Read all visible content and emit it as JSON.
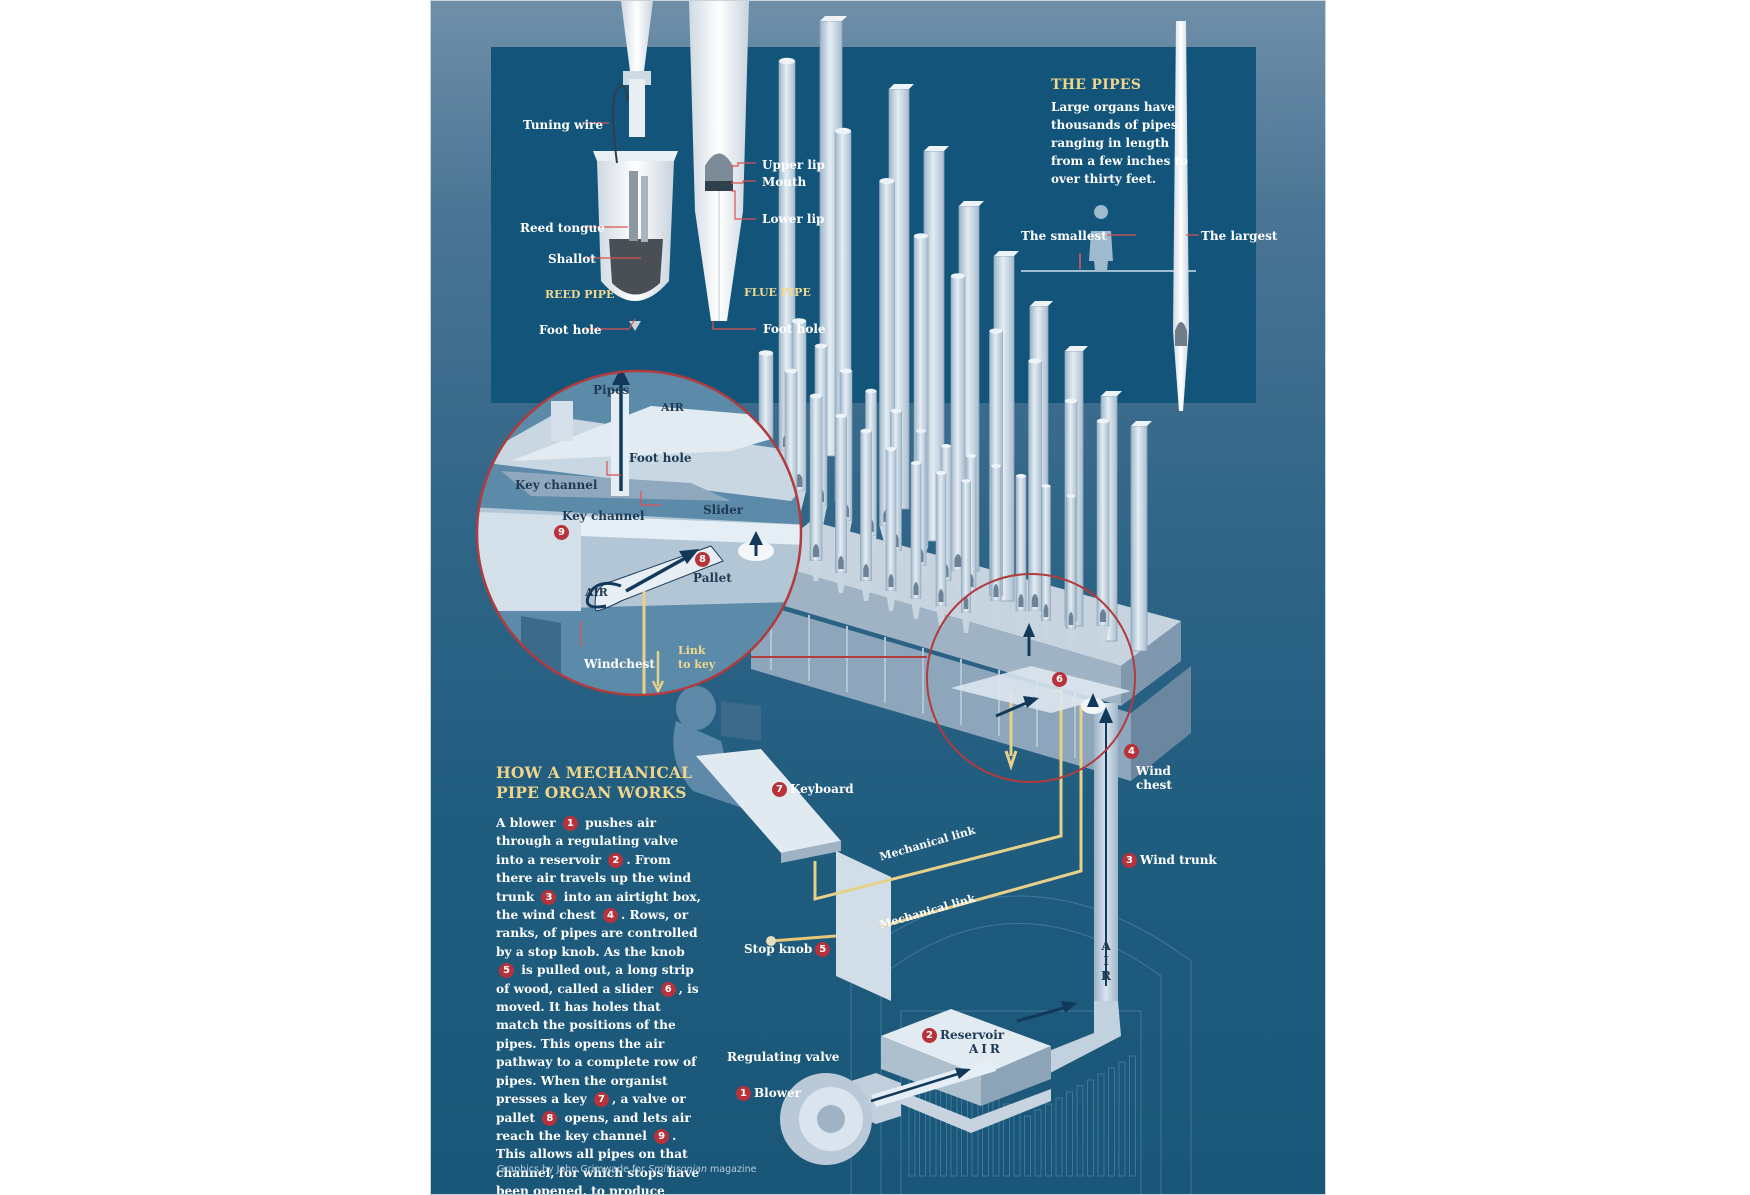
{
  "colors": {
    "background": "#1f5c7e",
    "accent_gold": "#f0d48a",
    "marker_red": "#b7323a",
    "pipe_light": "#dce6ef"
  },
  "pipes": {
    "title": "THE PIPES",
    "text": "Large organs have thousands of pipes ranging in length from a few inches to over thirty feet.",
    "smallest": "The smallest",
    "largest": "The largest"
  },
  "reed_pipe": {
    "title": "REED PIPE",
    "tuning_wire": "Tuning wire",
    "reed_tongue": "Reed tongue",
    "shallot": "Shallot",
    "foot_hole": "Foot hole"
  },
  "flue_pipe": {
    "title": "FLUE PIPE",
    "upper_lip": "Upper lip",
    "mouth": "Mouth",
    "lower_lip": "Lower lip",
    "foot_hole": "Foot hole"
  },
  "detail": {
    "pipes": "Pipes",
    "air_top": "AIR",
    "foot_hole": "Foot hole",
    "key_channel_top": "Key channel",
    "key_channel": "Key channel",
    "slider": "Slider",
    "pallet": "Pallet",
    "air_side": "AIR",
    "windchest": "Windchest",
    "link_to_key_1": "Link",
    "link_to_key_2": "to key",
    "num_key_channel": "9",
    "num_pallet": "8"
  },
  "machine": {
    "slider_num": "6",
    "wind_chest_num": "4",
    "wind_chest_1": "Wind",
    "wind_chest_2": "chest",
    "keyboard_num": "7",
    "keyboard": "Keyboard",
    "mechanical_link_1": "Mechanical link",
    "mechanical_link_2": "Mechanical link",
    "wind_trunk_num": "3",
    "wind_trunk": "Wind trunk",
    "stop_knob": "Stop knob",
    "stop_knob_num": "5",
    "reservoir_num": "2",
    "reservoir": "Reservoir",
    "regulating_valve": "Regulating valve",
    "blower_num": "1",
    "blower": "Blower",
    "air_vertical": "AIR",
    "air_horizontal": "AIR"
  },
  "how": {
    "title": "HOW A MECHANICAL PIPE ORGAN WORKS",
    "t1": "A blower ",
    "n1": "1",
    "t2": " pushes air through a regulating valve into a reservoir ",
    "n2": "2",
    "t3": ". From there air travels up the wind trunk ",
    "n3": "3",
    "t4": " into an airtight box, the wind chest ",
    "n4": "4",
    "t5": ". Rows, or ranks, of pipes are controlled by a stop knob. As the knob ",
    "n5": "5",
    "t6": " is pulled out, a long strip of wood, called a slider ",
    "n6": "6",
    "t7": ", is moved. It has holes that match the positions of the pipes. This opens the air pathway to a complete row of pipes. When the organist presses a key ",
    "n7": "7",
    "t8": ", a valve or pallet ",
    "n8": "8",
    "t9": " opens, and lets air reach  the key channel ",
    "n9": "9",
    "t10": ". This allows all pipes on that channel, for which stops have been opened, to produce sound."
  },
  "credit": {
    "prefix": "Graphics by John Grimwade for ",
    "magazine": "Smithsonian",
    "suffix": " magazine"
  }
}
